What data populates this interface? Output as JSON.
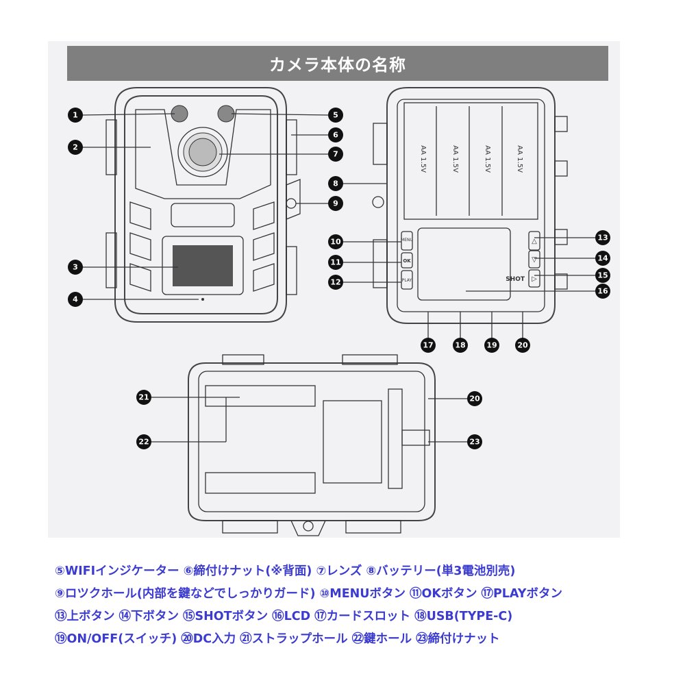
{
  "title": "カメラ本体の名称",
  "callouts": {
    "front": [
      "1",
      "2",
      "3",
      "4",
      "5",
      "6",
      "7",
      "8",
      "9"
    ],
    "back": [
      "10",
      "11",
      "12",
      "13",
      "14",
      "15",
      "16",
      "17",
      "18",
      "19",
      "20"
    ],
    "bottom": [
      "21",
      "22",
      "20",
      "23"
    ]
  },
  "device_text": {
    "battery_label": "AA 1.5V",
    "menu": "MENU",
    "ok": "OK",
    "play": "PLAY",
    "shot": "SHOT"
  },
  "legend": [
    [
      "⑤WIFIインジケーター",
      "⑥締付けナット(※背面)",
      "⑦レンズ",
      "⑧バッテリー(単3電池別売)"
    ],
    [
      "⑨ロツクホール(内部を鍵などでしっかりガード)",
      "⑩MENUボタン",
      "⑪OKボタン",
      "⑰PLAYボタン"
    ],
    [
      "⑬上ボタン",
      "⑭下ボタン",
      "⑮SHOTボタン",
      "⑯LCD",
      "⑰カードスロット",
      "⑱USB(TYPE-C)"
    ],
    [
      "⑲ON/OFF(スイッチ)",
      "⑳DC入力",
      "㉑ストラップホール",
      "㉒鍵ホール",
      "㉓締付けナット"
    ]
  ],
  "colors": {
    "title_bg": "#7f7f7f",
    "legend_text": "#3b3bd0"
  }
}
